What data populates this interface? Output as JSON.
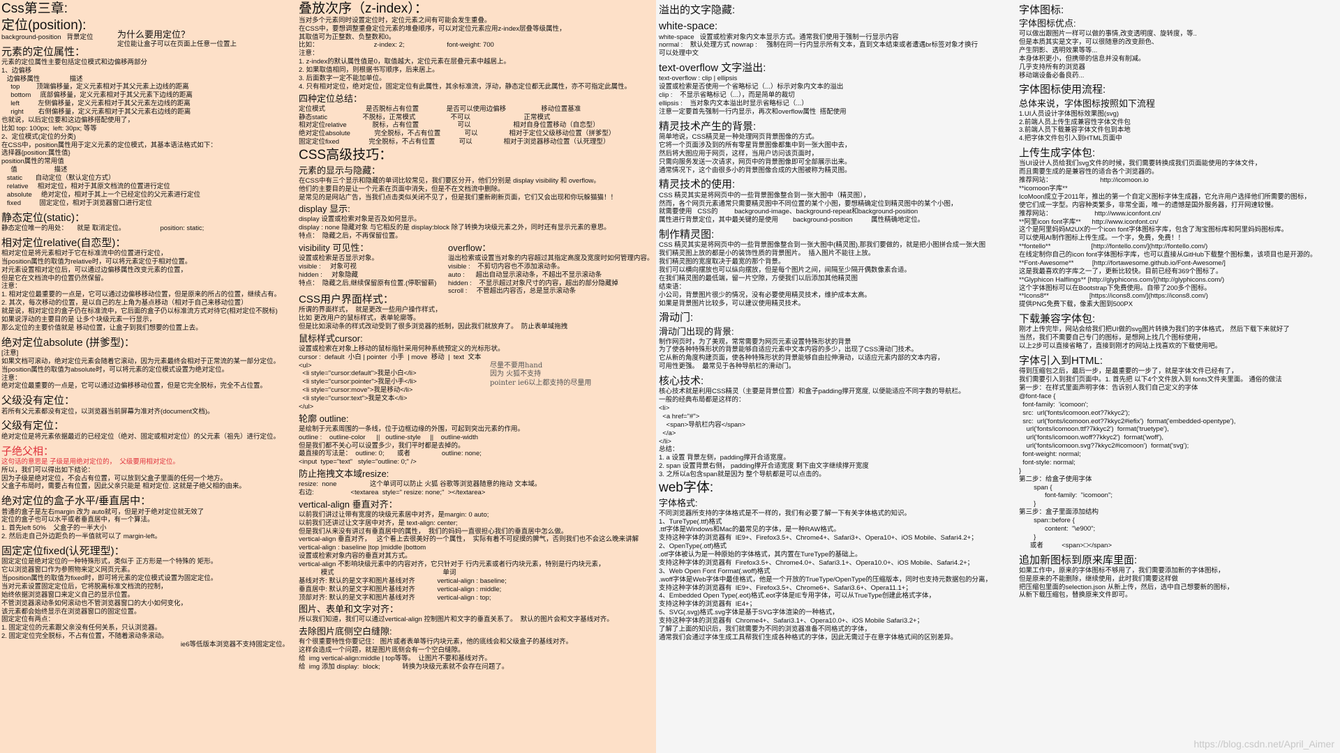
{
  "col1": {
    "title": "Css第三章:",
    "sections": [
      {
        "heading": "定位(position):",
        "lines": [
          "background-position   背景定位"
        ]
      },
      {
        "heading": "元素的定位属性：",
        "lines": [
          "元素的定位属性主要包括定位模式和边偏移两部分",
          "1、边偏移",
          "   边偏移属性                描述",
          "     top         顶端偏移量，定义元素相对于其父元素上边线的距离",
          "     bottom     底部偏移量，定义元素相对于其父元素下边线的距离",
          "     left          左侧偏移量，定义元素相对于其父元素左边线的距离",
          "     right        右侧偏移量，定义元素相对于其父元素右边线的距离",
          "也就说，以后定位要和这边偏移搭配使用了，",
          "比如 top: 100px;  left: 30px; 等等",
          "2、定位模式(定位的分类)",
          "在CSS中，position属性用于定义元素的定位模式，其基本语法格式如下：",
          "选择器{position:属性值}",
          "position属性的常用值",
          "     值                    描述",
          "   static       自动定位（默认定位方式）",
          "   relative     相对定位，相对于其原文档流的位置进行定位",
          "   absolute     绝对定位，相对于其上一个已经定位的父元素进行定位",
          "   fixed          固定定位，相对于浏览器窗口进行定位"
        ]
      },
      {
        "heading": "静态定位(static)：",
        "lines": [
          "静态定位唯一的用处：     就是 取消定位。                   position: static;"
        ]
      },
      {
        "heading": "相对定位relative(自恋型)：",
        "lines": [
          "相对定位是将元素相对于它在标准流中的位置进行定位，",
          "当position属性的取值为relative时，可以将元素定位于相对位置。",
          "对元素设置相对定位后，可以通过边偏移属性改变元素的位置，",
          "但是它在文档流中的位置仍然保留。",
          "注意：",
          "1. 相对定位最重要的一点是，它可以通过边偏移移动位置，但是原来的所占的位置，继续占有。",
          "2. 其次，每次移动的位置，是以自己的左上角为基点移动（相对于自己来移动位置）",
          "就是说，相对定位的盒子仍在标准流中，它后面的盒子仍以标准流方式对待它(相对定位不脱标)",
          "如果说浮动的主要目的是 让多个块级元素一行显示，",
          "那么定位的主要价值就是 移动位置，让盒子到我们想要的位置上去。"
        ]
      },
      {
        "heading": "绝对定位absolute (拼爹型)：",
        "lines": [
          "[注意]",
          "如果文档可滚动，绝对定位元素会随着它滚动，因为元素最终会相对于正常流的某一部分定位。",
          "当position属性的取值为absolute时，可以将元素的定位模式设置为绝对定位。",
          "注意：",
          "绝对定位最重要的一点是，它可以通过边偏移移动位置，但是它完全脱标，完全不占位置。"
        ]
      },
      {
        "heading": "父级没有定位：",
        "lines": [
          "若所有父元素都没有定位，以浏览器当前屏幕为准对齐(document文档)。"
        ]
      },
      {
        "heading": "父级有定位：",
        "lines": [
          "绝对定位是将元素依据最近的已经定位（绝对、固定或相对定位）的父元素（祖先）进行定位。"
        ]
      }
    ],
    "zfxj_heading": "子绝父相：",
    "zfxj_red": "这句话的意思是 子级是用绝对定位的，  父级要用相对定位。",
    "zfxj_lines": [
      "所以，我们可以得出如下结论：",
      "因为子级是绝对定位，不会占有位置，可以放到父盒子里面的任何一个地方。",
      "父盒子布局时，需要占有位置，因此父亲只能是 相对定位. 这就是子绝父相的由来。"
    ],
    "center_heading": "绝对定位的盒子水平/垂直居中：",
    "center_lines": [
      "普通的盒子是左右margin 改为 auto就可，但是对于绝对定位就无效了",
      "定位的盒子也可以水平或者垂直居中，有一个算法。",
      "1. 首先left 50%    父盒子的一半大小",
      "2. 然后走自己外边距负的一半值就可以了 margin-left。"
    ],
    "fixed_heading": "固定定位fixed(认死理型)：",
    "fixed_lines": [
      "固定定位是绝对定位的一种特殊形式，类似于 正方形是一个特殊的 矩形。",
      "它以浏览器窗口作为参照物来定义网页元素。",
      "当position属性的取值为fixed时，即可将元素的定位模式设置为固定定位。",
      "当对元素设置固定定位后，它将脱离标准文档流的控制，",
      "始终依据浏览器窗口来定义自己的显示位置。",
      "不管浏览器滚动条如何滚动也不管浏览器窗口的大小如何变化，",
      "该元素都会始终显示在浏览器窗口的固定位置。",
      "固定定位有两点：",
      "1. 固定定位的元素跟父亲没有任何关系，只认浏览器。",
      "2. 固定定位完全脱标，不占有位置，不随着滚动条滚动。"
    ],
    "ie6_note": "ie6等低版本浏览器不支持固定定位。",
    "side_title": "为什么要用定位？",
    "side_text": "定位能让盒子可以在页面上任意一位置上"
  },
  "col2": {
    "zindex_heading": "叠放次序（z-index）：",
    "zindex_lines": [
      "当对多个元素同时设置定位时，定位元素之间有可能会发生重叠。",
      "在CSS中，要想调整重叠定位元素的堆叠顺序，可以对定位元素应用z-index层叠等级属性，",
      "其取值可为正整数、负整数和0。",
      "比如：                              z-index: 2;                       font-weight: 700",
      "注意：",
      "1. z-index的默认属性值是0，取值越大，定位元素在层叠元素中越居上。",
      "2. 如果取值相同，则根据书写顺序，后来居上。",
      "3. 后面数字一定不能加单位。",
      "4. 只有相对定位，绝对定位，固定定位有此属性，其余标准流，浮动，静态定位都无此属性，亦不可指定此属性。"
    ],
    "summary_heading": "四种定位总结：",
    "summary_lines": [
      "定位模式                      是否脱标占有位置               是否可以使用边偏移                   移动位置基准",
      "静态static                   不脱标，正常模式                   不可以                             正常模式",
      "相对定位relative              脱标，占有位置                     可以                       相对自身位置移动（自恋型）",
      "绝对定位absolute             完全脱标，不占有位置             可以                 相对于定位父级移动位置（拼爹型）",
      "固定定位fixed                完全脱标，不占有位置             可以                 相对于浏览器移动位置（认死理型）"
    ],
    "adv_heading": "CSS高级技巧：",
    "showhide_heading": "元素的显示与隐藏：",
    "showhide_lines": [
      "在CSS中有三个显示和隐藏的单词比较常见，我们要区分开，他们分别是 display visibility 和 overflow。",
      "他们的主要目的是让一个元素在页面中消失，但是不在文档流中删除。",
      "是常见的是网站广告，当我们点击类似关闭不见了，但是我们重新刷新页面，它们又会出现和你玩躲猫猫！！"
    ],
    "display_heading": "display 显示:",
    "display_lines": [
      "display 设置或检索对象是否及如何显示。",
      "display : none 隐藏对象 与它相反的是 display:block 除了转换为块级元素之外，同时还有显示元素的意思。",
      "特点：  隐藏之后，不再保留位置。"
    ],
    "visibility_heading": "visibility 可见性：",
    "visibility_lines": [
      "设置或检索是否显示对象。",
      "visible :     对象可视",
      "hidden :     对象隐藏",
      "特点：  隐藏之后,继续保留原有位置.(停职留薪)"
    ],
    "overflow_heading": "overflow：",
    "overflow_lines": [
      "溢出检索或设置当对象的内容超过其指定高度及宽度时如何管理内容。",
      "visible :    不剪切内容也不添加滚动条。",
      "auto :      超出自动显示滚动条，不超出不显示滚动条",
      "hidden :    不显示超过对象尺寸的内容，超出的部分隐藏掉",
      "scroll :     不管超出内容否，总是显示滚动条"
    ],
    "ui_heading": "CSS用户界面样式：",
    "ui_lines": [
      "所谓的界面样式，  就是更改一些用户操作样式，",
      "比如 更改用户的鼠标样式，表单轮廓等。",
      "但是比如滚动条的样式改动受到了很多浏览器的抵制，因此我们就放弃了。  防止表单域拖拽"
    ],
    "cursor_heading": "鼠标样式cursor:",
    "cursor_lines": [
      "设置或检索在对象上移动的鼠标指针采用何种系统预定义的光标形状。",
      "cursor :  default  小白 | pointer  小手  | move  移动  |  text  文本",
      "<ul>",
      "  <li style=\"cursor:default\">我是小白</li>",
      "  <li style=\"cursor:pointer\">我是小手</li>",
      "  <li style=\"cursor:move\">我是移动</li>",
      "  <li style=\"cursor:text\">我是文本</li>",
      "</ul>"
    ],
    "cursor_note": "尽量不要用hand\n因为 火狐不支持\npointer ie6以上都支持的尽量用",
    "outline_heading": "轮廓 outline:",
    "outline_lines": [
      "是绘制于元素周围的一条线，位于边框边缘的外围，可起到突出元素的作用。",
      "outline :    outline-color      ||   outline-style     ||    outline-width",
      "但是我们都不关心可以设置多少，我们平时都是去掉的。",
      "最直接的写法是：  outline: 0;       或者                 outline: none;",
      "<input  type=\"text\"   style=\"outline: 0;\" />"
    ],
    "resize_heading": "防止拖拽文本域resize:",
    "resize_lines": [
      "resize:  none                  这个单词可以防止 火狐 谷歌等浏览器随意的拖动 文本域。",
      "右边:                    <textarea  style=\" resize: none;\"  ></textarea>"
    ],
    "valign_heading": "vertical-align 垂直对齐：",
    "valign_lines": [
      "以前我们讲过让带有宽度的块级元素居中对齐，是margin: 0 auto;",
      "以前我们还讲过让文字居中对齐，是 text-align: center;",
      "但是我们从来没有讲过有垂直居中的属性，  我们的妈妈一直很担心我们的垂直居中怎么做。",
      "vertical-align 垂直对齐，   这个看上去很美好的一个属性，  实际有着不可捉摸的脾气，否则我们也不会这么晚来讲解",
      "vertical-align : baseline |top |middle |bottom",
      "设置或检索对象内容的垂直对其方式。",
      "vertical-align 不影响块级元素中的内容对齐，它只针对于 行内元素或者行内块元素，特别是行内块元素，",
      "            模式                                                           单词",
      "基线对齐: 默认的是文字和图片基线对齐            vertical-align : baseline;",
      "垂直居中: 默认的是文字和图片基线对齐            vertical-align : middle;",
      "顶部对齐: 默认的是文字和图片基线对齐            vertical-align : top;"
    ],
    "imgform_heading": "图片、表单和文字对齐：",
    "imgform_lines": [
      "所以我们知道，我们可以通过vertical-align 控制图片和文字的垂直关系了。  默认的图片会和文字基线对齐。"
    ],
    "gap_heading": "去除图片底侧空白缝隙:",
    "gap_lines": [
      "有个很重要特性你要记住： 图片或者表单等行内块元素，他的底线会和父级盒子的基线对齐。",
      "这样会造成一个问题，就是图片底侧会有一个空白缝隙。",
      "给  img vertical-align:middle | top等等。  让图片不要和基线对齐。",
      "给  img 添加 display:  block;            转换为块级元素就不会存在问题了。"
    ]
  },
  "col3": {
    "ws_heading": "溢出的文字隐藏:",
    "ws_sub": "white-space:",
    "ws_lines": [
      "white-space   设置或检索对象内文本显示方式。通常我们使用于强制一行显示内容",
      "normal :    默认处理方式 nowrap :     强制在同一行内显示所有文本，直到文本结束或者遭遇br标签对象才换行",
      "可以处理中文"
    ],
    "to_heading": "text-overflow 文字溢出:",
    "to_lines": [
      "text-overflow : clip | ellipsis",
      "设置或检索是否使用一个省略标记（...）标示对象内文本的溢出",
      "clip :    不显示省略标记（...），而是简单的裁切",
      "ellipsis :    当对象内文本溢出时显示省略标记（...）",
      "注意一定要首先强制一行内显示，再次和overflow属性  搭配使用"
    ],
    "sprite_heading": "精灵技术产生的背景:",
    "sprite_lines": [
      "简单地说，CSS精灵是一种处理网页背景图像的方式。",
      "它将一个页面涉及到的所有零星背景图像都集中到一张大图中去，",
      "然后将大图应用于网页，这样，当用户访问该页面时，",
      "只需向服务发送一次请求，网页中的背景图像即可全部展示出来。",
      "通常情况下，这个由很多小的背景图像合成的大图被称为精灵图。"
    ],
    "sprite_use_heading": "精灵技术的使用:",
    "sprite_use_lines": [
      "CSS 精灵其实是将网页中的一些背景图像整合到一张大图中（精灵图），",
      "然而，各个网页元素通常只需要精灵图中不同位置的某个小图，要想精确定位到精灵图中的某个小图，",
      "就需要使用   CSS的         background-image、background-repeat和background-position",
      "属性进行背景定位，其中最关键的是使用        background-position          属性精确地定位。"
    ],
    "make_heading": "制作精灵图:",
    "make_lines": [
      "CSS 精灵其实是将网页中的一些背景图像整合到一张大图中(精灵图),那我们要做的，就是把小图拼合成一张大图",
      "我们精灵图上放的都是小的装饰性质的背景图片。  插入图片不能往上放。",
      "我们精灵图的宽度取决于最宽的那个背景。",
      "我们可以横向摆放也可以纵向摆放，但是每个图片之间，间隔至少隔开偶数像素合适。",
      "在我们精灵图的最低端，留一片空隙，方便我们以后添加其他精灵图",
      "结束语：",
      "小公司，背景图片很少的情况，没有必要使用精灵技术，维护成本太高。",
      "如果是背景图片比较多，可以建议使用精灵技术。"
    ],
    "door_heading": "滑动门:",
    "door_sub": "滑动门出现的背景:",
    "door_lines": [
      "制作网页时，为了美观，常常需要为网页元素设置特殊形状的背景",
      "为了使各种特殊形状的背景能够自适应元素中文本内容的多少，出现了CSS滑动门技术。",
      "它从新的角度构建页面，使各种特殊形状的背景能够自由拉伸滑动，以适应元素内部的文本内容，",
      "可用性更强。  最常见于各种导航栏的滑动门。"
    ],
    "core_heading": "核心技术:",
    "core_lines": [
      "核心技术就是利用CSS精灵（主要是背景位置）和盒子padding撑开宽度, 以便能适应不同字数的导航栏。",
      "一般的经典布局都是这样的：",
      "<li>",
      "  <a href=\"#\">",
      "    <span>导航栏内容</span>",
      "  </a>",
      "</li>",
      "总结：",
      "1. a 设置 背景左侧，padding撑开合适宽度。",
      "2. span 设置背景右侧， padding撑开合适宽度 剩下由文字继续撑开宽度",
      "3. 之所以a包含span就是因为 整个导航都是可以点击的。"
    ],
    "webfont_heading": "web字体:",
    "webfont_sub": "字体格式:",
    "webfont_lines": [
      "不同浏览器所支持的字体格式是不一样的，我们有必要了解一下有关字体格式的知识。",
      "1、TureType(.ttf)格式",
      ".ttf字体是Windows和Mac的最常见的字体，是一种RAW格式。",
      "支持这种字体的浏览器有  IE9+、Firefox3.5+、Chrome4+、Safari3+、Opera10+、iOS Mobile、Safari4.2+；",
      "2、OpenType(.otf)格式",
      ".otf字体被认为是一种原始的字体格式，其内置在TureType的基础上。",
      "支持这种字体的浏览器有  Firefox3.5+、Chrome4.0+、Safari3.1+、Opera10.0+、iOS Mobile、Safari4.2+；",
      "3、Web Open Font Format(.woff)格式",
      ".woff字体是Web字体中最佳格式，他是一个开放的TrueType/OpenType的压缩版本，同时也支持元数据包的分离，",
      "支持这种字体的浏览器有  IE9+、Firefox3.5+、Chrome6+、Safari3.6+、Opera11.1+；",
      "4、Embedded Open Type(.eot)格式.eot字体是IE专用字体，可以从TrueType创建此格式字体，",
      "支持这种字体的浏览器有  IE4+；",
      "5、SVG(.svg)格式.svg字体是基于SVG字体渲染的一种格式，",
      "支持这种字体的浏览器有  Chrome4+、Safari3.1+、Opera10.0+、iOS Mobile Safari3.2+；",
      "了解了上面的知识后，我们就需要为不同的浏览器准备不同格式的字体，",
      "通常我们会通过字体生成工具帮我们生成各种格式的字体，因此无需过于在意字体格式间的区别差异。"
    ]
  },
  "col4": {
    "icon_heading": "字体图标:",
    "icon_sub": "字体图标优点:",
    "icon_lines": [
      "可以做出跟图片一样可以做的事情,改变透明度、旋转度，等..",
      "但是本质其实是文字，可以很随意的改变颜色、",
      "产生阴影、透明效果等等...",
      "本身体积更小，但携带的信息并没有削减。",
      "几乎支持所有的浏览器",
      "移动端设备必备良药..."
    ],
    "flow_heading": "字体图标使用流程:",
    "flow_sub": "总体来说，字体图标按照如下流程",
    "flow_lines": [
      "1.UI人员设计字体图标效果图(svg)",
      "2.前端人员上传生成兼容性字体文件包",
      "3.前端人员下载兼容字体文件包到本地",
      "4.把字体文件包引入到HTML页面中"
    ],
    "upload_heading": "上传生成字体包:",
    "upload_lines": [
      "当UI设计人员给我们svg文件的时候，我们需要转换成我们页面能使用的字体文件，",
      "而且需要生成的是兼容性的适合各个浏览器的。",
      "推荐网站：                          http://icomoon.io",
      "**icomoon字库**",
      "IcoMoon成立于2011年，推出的第一个自定义图标字体生成器，它允许用户选择他们所需要的图标，",
      "使它们成一字型。内容种类繁多，非常全面，唯一的遗憾是国外服务器，打开网速较慢。",
      "推荐网站：                       http://www.iconfont.cn/",
      "**阿里icon font字库**      http://www.iconfont.cn/",
      "这个是阿里妈妈M2UX的一个icon font字体图标字库，包含了淘宝图标库和阿里妈妈图标库。",
      "可以使用AI制作图标上传生成。一个字，免费，免费！！",
      "**fontello**                      [http://fontello.com/](http://fontello.com/)",
      "在线定制你自己的icon font字体图标字库，也可以直接从GitHub下载整个图标集，该项目也是开源的。",
      "**Font-Awesome**          [http://fortawesome.github.io/Font-Awesome/]",
      "这是我最喜欢的字库之一了，更新比较快。目前已经有369个图标了。",
      "**Glyphicon Halflings** [http://glyphicons.com/](http://glyphicons.com/)",
      "这个字体图标可以在Bootstrap下免费使用。自带了200多个图标。",
      "**Icons8**                      [https://icons8.com/](https://icons8.com/)",
      "提供PNG免费下载，像素大图到500PX"
    ],
    "compat_heading": "下载兼容字体包:",
    "compat_lines": [
      "刚才上传完毕，网站会给我们把UI做的svg图片转换为我们的字体格式， 然后下载下来就好了",
      "当然，我们不需要自己专门的图标，是想网上找几个图标使用，",
      "以上2步可以直接省略了，直接到刚才的网站上找喜欢的下载使用吧。"
    ],
    "import_heading": "字体引入到HTML:",
    "import_lines": [
      "得到压缩包之后，最后一步，是最重要的一步了，就是字体文件已经有了，",
      "我们需要引入到我们页面中。1. 首先把 以下4个文件放入到 fonts文件夹里面。 通俗的做法",
      "第一步：在样式里面声明字体：告诉别人我们自己定义的字体",
      "@font-face {",
      "  font-family:  'icomoon';",
      "  src:  url('fonts/icomoon.eot?7kkyc2');",
      "  src:  url('fonts/icomoon.eot?7kkyc2#iefix')  format('embedded-opentype'),",
      "    url('fonts/icomoon.ttf?7kkyc2')  format('truetype'),",
      "    url('fonts/icomoon.woff?7kkyc2')  format('woff'),",
      "    url('fonts/icomoon.svg?7kkyc2#icomoon')  format('svg');",
      "  font-weight: normal;",
      "  font-style: normal;",
      "}",
      "第二步：给盒子使用字体",
      "        span {",
      "              font-family:  \"icomoon\";",
      "        }",
      "第三步：盒子里面添加结构",
      "        span::before {",
      "              content:  \"\\e900\";",
      "        }",
      "      或者          <span>□</span>"
    ],
    "append_heading": "追加新图标到原来库里面:",
    "append_lines": [
      "如果工作中，原来的字体图标不够用了，我们需要添加新的字体图标，",
      "但是原来的不能删除，继续使用，此时我们需要这样做",
      "把压缩包里面的selection.json 从新上传，然后，选中自己想要新的图标，",
      "从新下载压缩包，替换原来文件即可。"
    ]
  },
  "watermark": "https://blog.csdn.net/April_Aimer"
}
